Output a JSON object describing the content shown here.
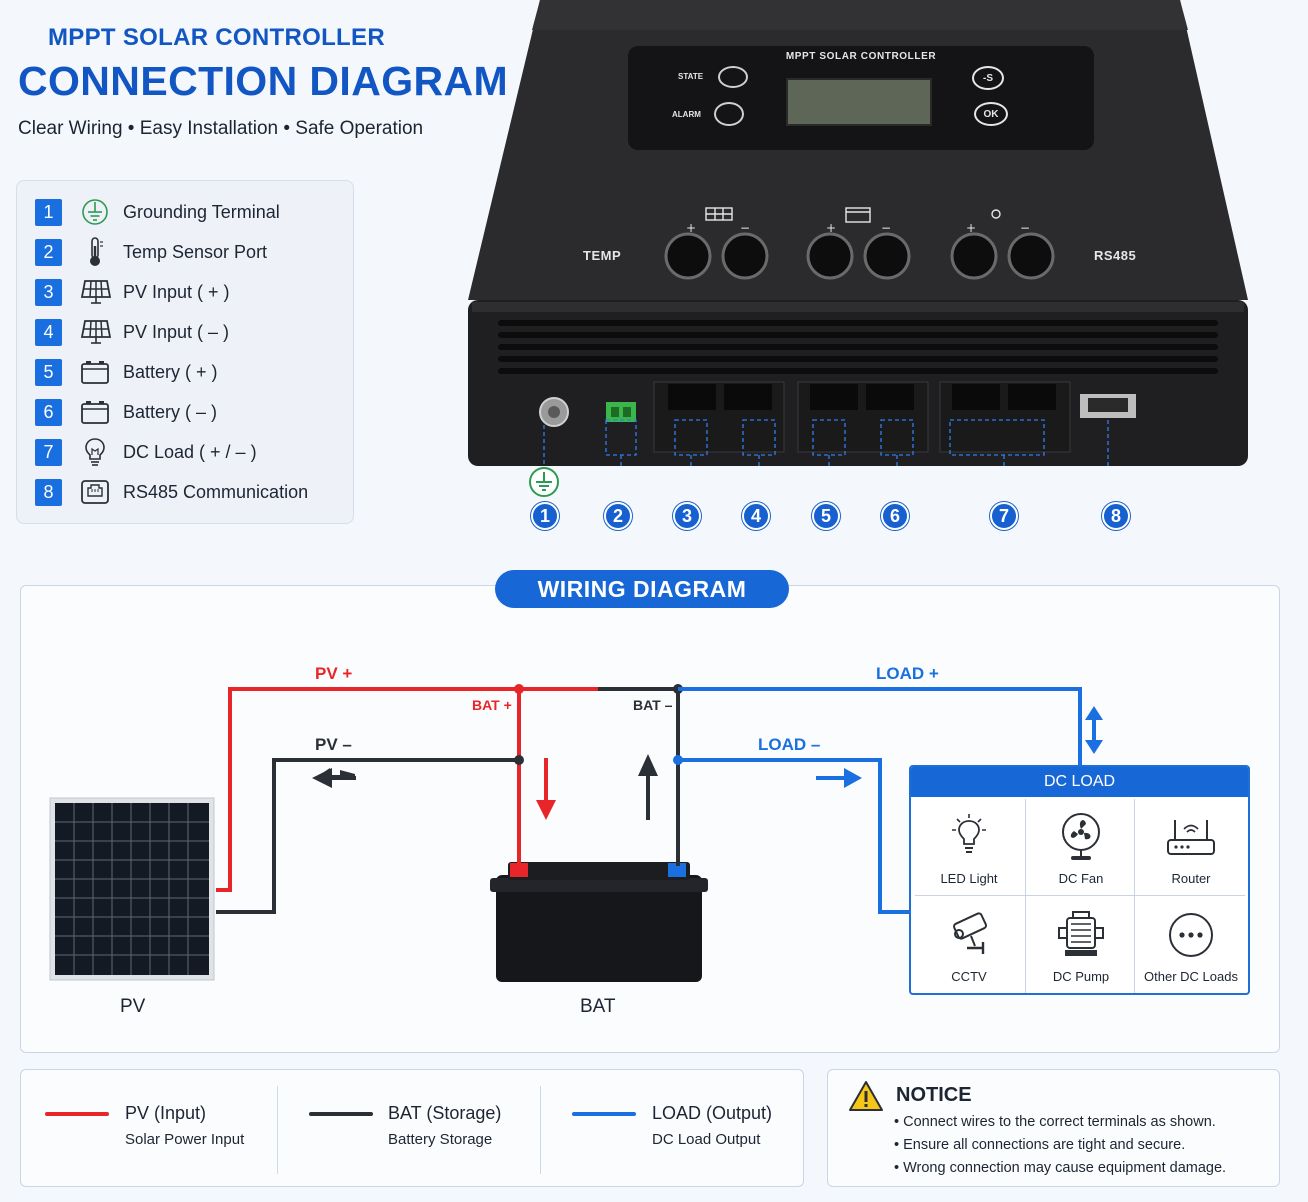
{
  "header": {
    "subtitle": "MPPT SOLAR CONTROLLER",
    "title": "CONNECTION DIAGRAM",
    "tagline": "Clear Wiring • Easy Installation • Safe Operation"
  },
  "terminals": [
    {
      "num": "1",
      "label": "Grounding Terminal",
      "icon": "ground-icon"
    },
    {
      "num": "2",
      "label": "Temp Sensor Port",
      "icon": "thermometer-icon"
    },
    {
      "num": "3",
      "label": "PV Input ( + )",
      "icon": "solar-panel-icon"
    },
    {
      "num": "4",
      "label": "PV Input ( – )",
      "icon": "solar-panel-icon"
    },
    {
      "num": "5",
      "label": "Battery ( + )",
      "icon": "battery-icon"
    },
    {
      "num": "6",
      "label": "Battery ( – )",
      "icon": "battery-icon"
    },
    {
      "num": "7",
      "label": "DC Load ( + / – )",
      "icon": "bulb-icon"
    },
    {
      "num": "8",
      "label": "RS485 Communication",
      "icon": "rs485-icon"
    }
  ],
  "device": {
    "panel_title": "MPPT SOLAR CONTROLLER",
    "state": "STATE",
    "alarm": "ALARM",
    "btn_s": "-S",
    "btn_ok": "OK",
    "temp": "TEMP",
    "rs485": "RS485",
    "callouts": [
      "1",
      "2",
      "3",
      "4",
      "5",
      "6",
      "7",
      "8"
    ]
  },
  "wiring": {
    "title": "WIRING DIAGRAM",
    "pv_plus": "PV +",
    "pv_minus": "PV –",
    "bat_plus": "BAT +",
    "bat_minus": "BAT –",
    "load_plus": "LOAD +",
    "load_minus": "LOAD –",
    "pv_caption": "PV",
    "bat_caption": "BAT",
    "dc_load": {
      "title": "DC LOAD",
      "items": [
        "LED Light",
        "DC Fan",
        "Router",
        "CCTV",
        "DC Pump",
        "Other DC Loads"
      ]
    }
  },
  "line_legend": [
    {
      "title": "PV (Input)",
      "desc": "Solar Power Input",
      "color": "#e8262a"
    },
    {
      "title": "BAT (Storage)",
      "desc": "Battery Storage",
      "color": "#2b2f36"
    },
    {
      "title": "LOAD (Output)",
      "desc": "DC Load Output",
      "color": "#1a70e0"
    }
  ],
  "notice": {
    "title": "NOTICE",
    "lines": [
      "• Connect wires to the correct terminals as shown.",
      "• Ensure all connections are tight and secure.",
      "• Wrong connection may cause equipment damage."
    ]
  },
  "colors": {
    "brand": "#1256c4",
    "accent": "#1767d6",
    "pv": "#e8262a",
    "bat": "#2b2f36",
    "load": "#1a70e0"
  }
}
